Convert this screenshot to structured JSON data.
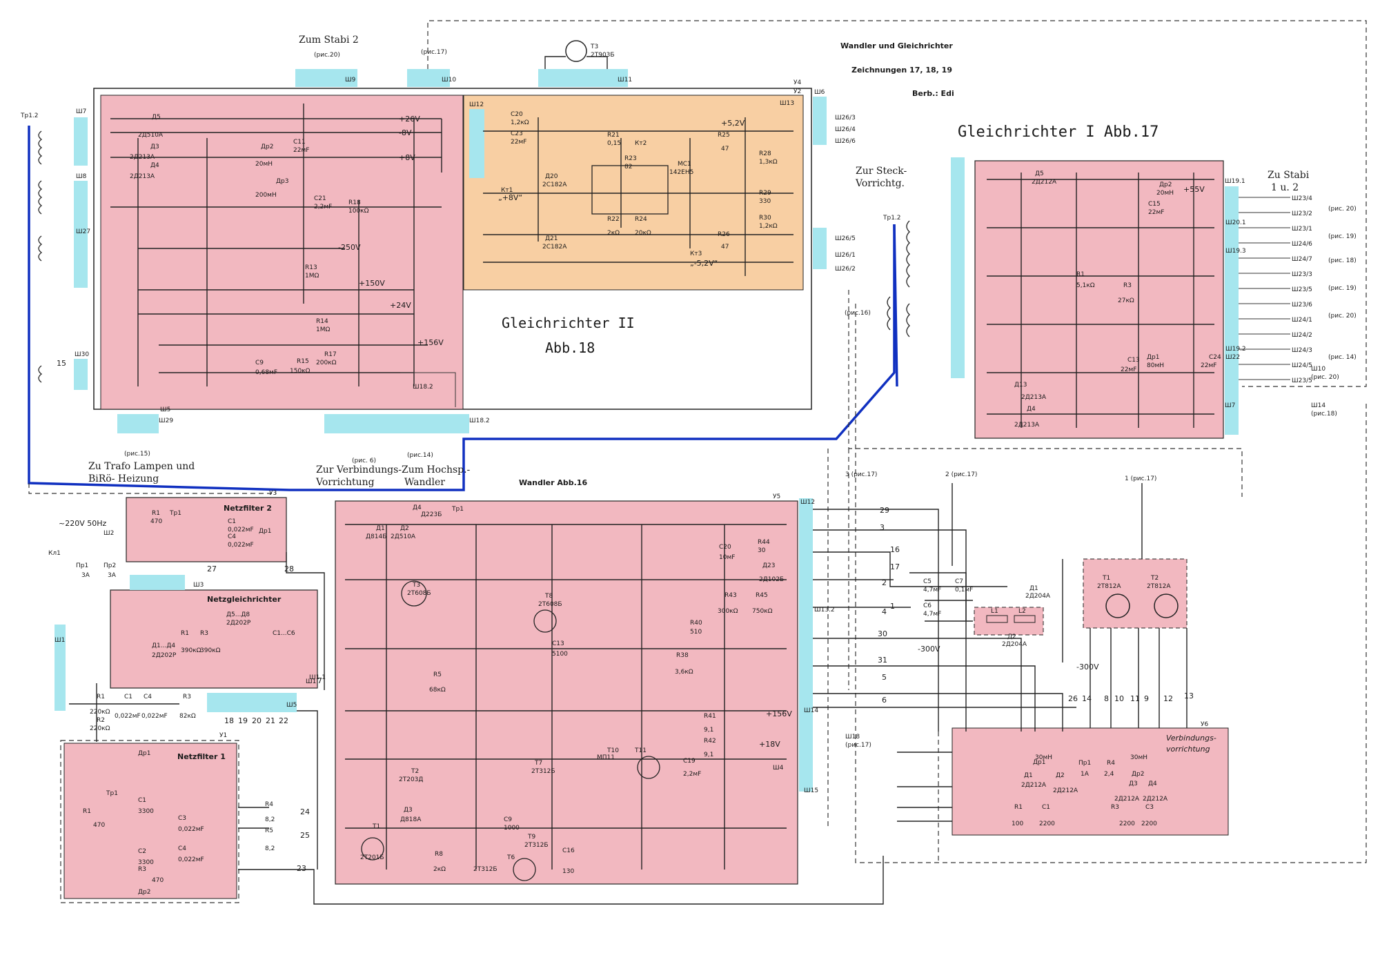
{
  "title": {
    "line1": "Wandler und Gleichrichter",
    "line2": "Zeichnungen 17, 18, 19",
    "line3": "Berb.: Edi"
  },
  "colors": {
    "module_pink": "#f2b8c0",
    "module_orange": "#f8cfa3",
    "connector_cyan": "#a6e6ee",
    "bus_blue": "#1030c0"
  },
  "headings": {
    "zum_stabi_2": "Zum Stabi 2",
    "gleichrichter_1": "Gleichrichter I Abb.17",
    "gleichrichter_2_line1": "Gleichrichter II",
    "gleichrichter_2_line2": "Abb.18",
    "wandler": "Wandler Abb.16",
    "zu_stabi_1_2_line1": "Zu Stabi",
    "zu_stabi_1_2_line2": "1 u. 2",
    "zur_steck_line1": "Zur Steck-",
    "zur_steck_line2": "Vorrichtg.",
    "zu_trafo_line1": "Zu Trafo Lampen und",
    "zu_trafo_line2": "BiRö- Heizung",
    "zur_verbindung_line1": "Zur Verbindungs-",
    "zur_verbindung_line2": "Vorrichtung",
    "zum_hochsp_line1": "Zum Hochsp.-",
    "zum_hochsp_line2": "Wandler",
    "netzfilter_1": "Netzfilter 1",
    "netzfilter_2": "Netzfilter 2",
    "netzgleichrichter": "Netzgleichrichter",
    "verbindungsvorrichtung_line1": "Verbindungs-",
    "verbindungsvorrichtung_line2": "vorrichtung"
  },
  "voltages": {
    "v26": "+26V",
    "vm8": "-8V",
    "v8": "+8V",
    "vm250": "-250V",
    "v150": "+150V",
    "v24": "+24V",
    "v156": "+156V",
    "v52": "+5,2V",
    "v8q": "„+8V“",
    "vm52q": "„-5,2V“",
    "v55": "+55V",
    "vm300": "-300V",
    "vm300b": "-300V",
    "v18": "+18V",
    "v156b": "+156V",
    "mains": "~220V  50Hz"
  },
  "components": {
    "t3_top": "Т3",
    "t3_type": "2Т903Б",
    "t1_gr": "Т1",
    "t1_type": "2Т812А",
    "t2_gr": "Т2",
    "t2_type": "2Т812А",
    "d1_gr": "Д1",
    "d1_type": "2Д204А",
    "d2_gr": "Д2",
    "d2_type": "2Д204А",
    "ms1": "МС1",
    "ms1_type": "142ЕН5",
    "l1": "L1",
    "l2": "L2",
    "c5": "С5",
    "c5v": "4,7мF",
    "c6": "С6",
    "c6v": "4,7мF",
    "c7": "С7",
    "c7v": "0,1мF",
    "r21": "R21",
    "r21v": "0,15",
    "r23": "R23",
    "r23v": "82",
    "r28": "R28",
    "r28v": "1,3кΩ",
    "r29": "R29",
    "r29v": "330",
    "r30": "R30",
    "r30v": "1,2кΩ",
    "r25": "R25",
    "r25v": "47",
    "r26": "R26",
    "r26v": "47",
    "r22": "R22",
    "r22v": "2кΩ",
    "r24": "R24",
    "r24v": "20кΩ",
    "c20": "С20",
    "c20v": "1,2кΩ",
    "c23": "С23",
    "c23v": "22мF",
    "d20": "Д20",
    "d20t": "2С182А",
    "d21": "Д21",
    "d21t": "2С182А",
    "kt1": "Кт1",
    "kt2": "Кт2",
    "kt3": "Кт3",
    "r18": "R18",
    "r18v": "100кΩ",
    "c21": "С21",
    "c21v": "2,2мF",
    "dp3": "Др3",
    "dp3v": "200мН",
    "dp2": "Др2",
    "dp2v": "20мН",
    "c11": "С11",
    "c11v": "22мF",
    "d5": "Д5",
    "d5t": "2Д510А",
    "d3": "Д3",
    "d3t": "2Д213А",
    "d4": "Д4",
    "d4t": "2Д213А",
    "r17": "R17",
    "r17v": "200кΩ",
    "r15": "R15",
    "r15v": "150кΩ",
    "c9": "С9",
    "c9v": "0,68мF",
    "r13": "R13",
    "r13v": "1МΩ",
    "r14": "R14",
    "r14v": "1МΩ",
    "wa_t3": "Т3",
    "wa_t3t": "2Т608Б",
    "wa_d1": "Д1",
    "wa_d1t": "Д814Б",
    "wa_d2": "Д2",
    "wa_d2t": "2Д510А",
    "wa_d4": "Д4",
    "wa_d4t": "Д223Б",
    "wa_c13": "С13",
    "wa_c13v": "5100",
    "wa_r5": "R5",
    "wa_r5v": "68кΩ",
    "wa_r38": "R38",
    "wa_r38v": "3,6кΩ",
    "wa_r43": "R43",
    "wa_r43v": "300кΩ",
    "wa_r45": "R45",
    "wa_r45v": "750кΩ",
    "wa_r40": "R40",
    "wa_r40v": "510",
    "wa_r41": "R41",
    "wa_r41v": "9,1",
    "wa_r42": "R42",
    "wa_r42v": "9,1",
    "wa_c19": "С19",
    "wa_c19v": "2,2мF",
    "wa_c20": "С20",
    "wa_c20v": "10мF",
    "wa_r44": "R44",
    "wa_r44v": "30",
    "wa_d23": "Д23",
    "wa_d23t": "2Д102Б",
    "wa_t8": "Т8",
    "wa_t8t": "2Т608Б",
    "wa_t9": "Т9",
    "wa_t9t": "2Т312Б",
    "wa_t6": "Т6",
    "wa_t6t": "2Т312Б",
    "wa_t7": "Т7",
    "wa_t7t": "2Т312Б",
    "wa_t1": "Т1",
    "wa_t1t": "2Т201Б",
    "wa_t2": "Т2",
    "wa_t2t": "2Т203Д",
    "wa_d3": "Д3",
    "wa_d3t": "Д818А",
    "wa_r8": "R8",
    "wa_r8v": "2кΩ",
    "wa_c16": "С16",
    "wa_c16v": "130",
    "wa_c9": "С9",
    "wa_c9v": "1000",
    "wa_mp11": "МП11",
    "wa_t10": "Т10",
    "wa_t11": "Т11",
    "nf_tp1": "Тр1",
    "nf_c1": "С1",
    "nf_c1v": "3300",
    "nf_c2": "С2",
    "nf_c2v": "3300",
    "nf_c3": "С3",
    "nf_c3v": "0,022мF",
    "nf_c4": "С4",
    "nf_c4v": "0,022мF",
    "nf_r1": "R1",
    "nf_r1v": "470",
    "nf_r3": "R3",
    "nf_r3v": "470",
    "nf_dp1": "Др1",
    "nf_dp2": "Др2",
    "r4": "R4",
    "r4v": "8,2",
    "r5": "R5",
    "r5v": "8,2",
    "in_r1": "R1",
    "in_r1v": "220кΩ",
    "in_r2": "R2",
    "in_r2v": "220кΩ",
    "in_c1": "С1",
    "in_c1v": "0,022мF",
    "in_c4": "С4",
    "in_c4v": "0,022мF",
    "in_r3": "R3",
    "in_r3v": "82кΩ",
    "ng_r1": "R1",
    "ng_r1v": "390кΩ",
    "ng_r3": "R3",
    "ng_r3v": "390кΩ",
    "ng_d1": "Д1...Д4",
    "ng_d1t": "2Д202Р",
    "ng_d5": "Д5...Д8",
    "ng_d5t": "2Д202Р",
    "ng_c1": "С1...С6",
    "pr1": "Пр1",
    "pr1v": "3А",
    "pr2": "Пр2",
    "pr2v": "3А",
    "kl1": "Кл1",
    "nf2_r1": "R1",
    "nf2_r1v": "470",
    "nf2_tp1": "Тр1",
    "nf2_dp1": "Др1",
    "nf2_c1": "С1",
    "nf2_c1v": "0,022мF",
    "nf2_c4": "С4",
    "nf2_c4v": "0,022мF",
    "vv_dp1": "Др1",
    "vv_dp1v": "30мН",
    "vv_dp2": "Др2",
    "vv_dp2v": "30мН",
    "vv_r1": "R1",
    "vv_r1v": "100",
    "vv_c1": "С1",
    "vv_c1v": "2200",
    "vv_r3": "R3",
    "vv_r3v": "2200",
    "vv_c3": "С3",
    "vv_c3v": "2200",
    "vv_r4": "R4",
    "vv_r4v": "2,4",
    "vv_pr1": "Пр1",
    "vv_pr1v": "1А",
    "vv_d1": "Д1",
    "vv_d1t": "2Д212А",
    "vv_d2": "Д2",
    "vv_d2t": "2Д212А",
    "vv_d3": "Д3",
    "vv_d3t": "2Д212А",
    "vv_d4": "Д4",
    "vv_d4t": "2Д212А",
    "g1_dp2": "Др2",
    "g1_dp2v": "20мН",
    "g1_c15": "С15",
    "g1_c15v": "22мF",
    "g1_dp1": "Др1",
    "g1_dp1v": "80мН",
    "g1_d5": "Д5",
    "g1_d5t": "2Д212А",
    "g1_d13": "Д13",
    "g1_d13t": "2Д213А",
    "g1_d4": "Д4",
    "g1_d4t": "2Д213А",
    "g1_r1": "R1",
    "g1_r1v": "5,1кΩ",
    "g1_r3": "R3",
    "g1_r3v": "27кΩ",
    "g1_c13": "С13",
    "g1_c13v": "22мF",
    "g1_c24": "С24",
    "g1_c24v": "22мF"
  },
  "connectors": {
    "sh7": "Ш7",
    "sh8": "Ш8",
    "sh27": "Ш27",
    "sh30": "Ш30",
    "sh12a": "Ш12",
    "sh13": "Ш13",
    "sh6": "Ш6",
    "sh9": "Ш9",
    "sh10": "Ш10",
    "sh11": "Ш11",
    "sh29": "Ш29",
    "sh18_2": "Ш18.2",
    "sh5a": "Ш5",
    "sh19_1": "Ш19.1",
    "sh19_3": "Ш19.3",
    "sh20_1": "Ш20.1",
    "sh19_2": "Ш19.2",
    "sh22": "Ш22",
    "sh7b": "Ш7",
    "sh13_2": "Ш13.2",
    "sh15": "Ш15",
    "sh14": "Ш14",
    "sh4": "Ш4",
    "sh12b": "Ш12",
    "sh1_1": "Ш1.1",
    "sh3": "Ш3",
    "sh2": "Ш2",
    "sh1": "Ш1",
    "sh5b": "Ш5",
    "sh1a": "Ш1",
    "tp12a": "Тр1.2",
    "tp12b": "Тр1.2",
    "tp1": "Тр1",
    "u2": "У2",
    "u3": "У3",
    "u4": "У4",
    "u5": "У5",
    "u6": "У6",
    "u1": "У1",
    "sh26_3": "Ш26/3",
    "sh26_4": "Ш26/4",
    "sh26_6": "Ш26/6",
    "sh26_5": "Ш26/5",
    "sh26_1": "Ш26/1",
    "sh26_2": "Ш26/2",
    "shp2": "Ш18.2",
    "ris17_3": "3 (рис.17)",
    "ris17_2": "2 (рис.17)",
    "ris17_1": "1 (рис.17)",
    "ris16": "(рис.16)",
    "ris15": "(рис.15)",
    "ris6": "(рис. 6)",
    "ris14": "(рис.14)",
    "ris20": "(рис.20)",
    "ris17t": "(рис.17)",
    "w10": "Ш10",
    "w10r": "(рис. 20)",
    "w14": "Ш14",
    "w14r": "(рис.18)",
    "w18": "Ш18",
    "w18r": "(рис.17)"
  },
  "right_outputs": [
    "Ш23/4",
    "Ш23/2",
    "Ш23/1",
    "Ш24/6",
    "Ш24/7",
    "Ш23/3",
    "Ш23/5",
    "Ш23/6",
    "Ш24/1",
    "Ш24/2",
    "Ш24/3",
    "Ш24/5",
    "Ш23/5"
  ],
  "right_refs": [
    "(рис. 20)",
    "(рис. 19)",
    "(рис. 18)",
    "(рис. 19)",
    "(рис. 20)",
    "(рис. 14)"
  ],
  "wire_numbers": {
    "w29": "29",
    "w3": "3",
    "w16": "16",
    "w17": "17",
    "w2": "2",
    "w4": "4",
    "w30": "30",
    "w31": "31",
    "w5": "5",
    "w6": "6",
    "w7": "7",
    "w8": "8",
    "w9": "9",
    "w10": "10",
    "w11": "11",
    "w12": "12",
    "w13": "13",
    "w14": "14",
    "w22": "22",
    "w23": "23",
    "w24": "24",
    "w25": "25",
    "w26": "26",
    "w27": "27",
    "w28": "28",
    "w19": "19",
    "w20": "20",
    "w21": "21",
    "w18": "18",
    "w1": "1",
    "w15": "15"
  }
}
